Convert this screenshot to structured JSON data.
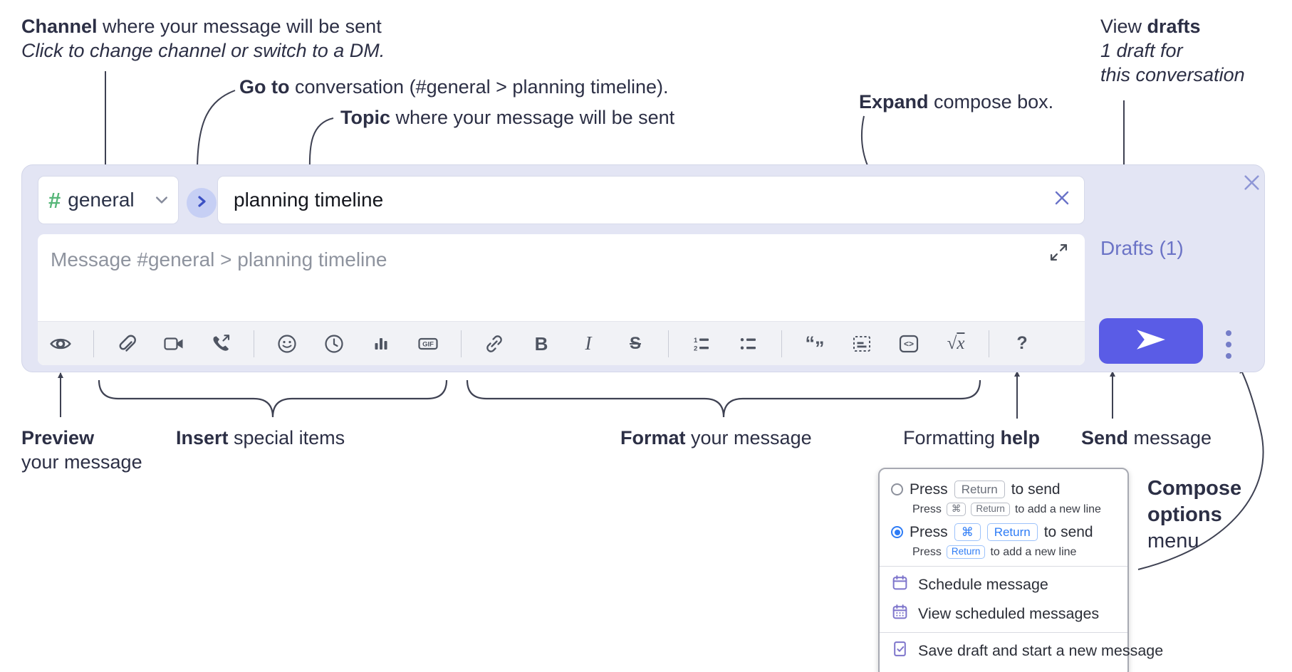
{
  "annotations": {
    "channel": {
      "bold": "Channel",
      "rest": " where your message will be sent",
      "sub": "Click to change channel or switch to a DM."
    },
    "goto": {
      "bold": "Go to",
      "rest": " conversation (#general > planning timeline)."
    },
    "topic": {
      "bold": "Topic",
      "rest": " where your message will be sent"
    },
    "expand": {
      "bold": "Expand",
      "rest": " compose box."
    },
    "view_drafts": {
      "pre": "View ",
      "bold": "drafts",
      "line2": "1 draft for",
      "line3": "this conversation"
    },
    "preview": {
      "bold": "Preview",
      "line2": "your message"
    },
    "insert": {
      "bold": "Insert",
      "rest": " special items"
    },
    "format": {
      "bold": "Format",
      "rest": " your message"
    },
    "help": {
      "pre": "Formatting ",
      "bold": "help"
    },
    "send": {
      "bold": "Send",
      "rest": " message"
    },
    "compose_options": {
      "line1": "Compose",
      "line2": "options",
      "line3": "menu"
    }
  },
  "compose": {
    "channel_hash": "#",
    "channel_name": "general",
    "topic_value": "planning timeline",
    "message_placeholder": "Message #general > planning timeline",
    "drafts_link": "Drafts (1)",
    "toolbar": [
      "preview",
      "divider",
      "attach",
      "video-call",
      "audio-call",
      "divider",
      "emoji",
      "time",
      "poll",
      "gif",
      "divider",
      "link",
      "bold",
      "italic",
      "strikethrough",
      "divider",
      "numbered-list",
      "bulleted-list",
      "divider",
      "quote",
      "spoiler",
      "code",
      "math",
      "divider",
      "help"
    ],
    "glyphs": {
      "gif": "GIF",
      "bold": "B",
      "italic": "I",
      "strikethrough": "S",
      "code": "<>",
      "math_radical": "√",
      "math_variable": "x",
      "help": "?",
      "quote_open": "“",
      "quote_close": "”",
      "ol_1": "1",
      "ol_2": "2"
    }
  },
  "popup": {
    "option1": {
      "press": "Press",
      "key1": "Return",
      "rest": "to send",
      "sub_press": "Press",
      "sub_key1": "⌘",
      "sub_key2": "Return",
      "sub_rest": "to add a new line"
    },
    "option2": {
      "press": "Press",
      "key1": "⌘",
      "key2": "Return",
      "rest": "to send",
      "sub_press": "Press",
      "sub_key1": "Return",
      "sub_rest": "to add a new line"
    },
    "menu_items": [
      {
        "icon": "schedule-calendar",
        "label": "Schedule message"
      },
      {
        "icon": "scheduled-list-calendar",
        "label": "View scheduled messages"
      },
      {
        "icon": "save-draft",
        "label": "Save draft and start a new message"
      }
    ]
  },
  "colors": {
    "accent_send": "#5a5ce6",
    "compose_background": "#e3e5f4",
    "link_indigo": "#6b73c6",
    "hash_green": "#56b678",
    "radio_blue": "#2e7cf6",
    "menu_icon_purple": "#7d74cb",
    "annotation_text": "#2c2f45"
  }
}
